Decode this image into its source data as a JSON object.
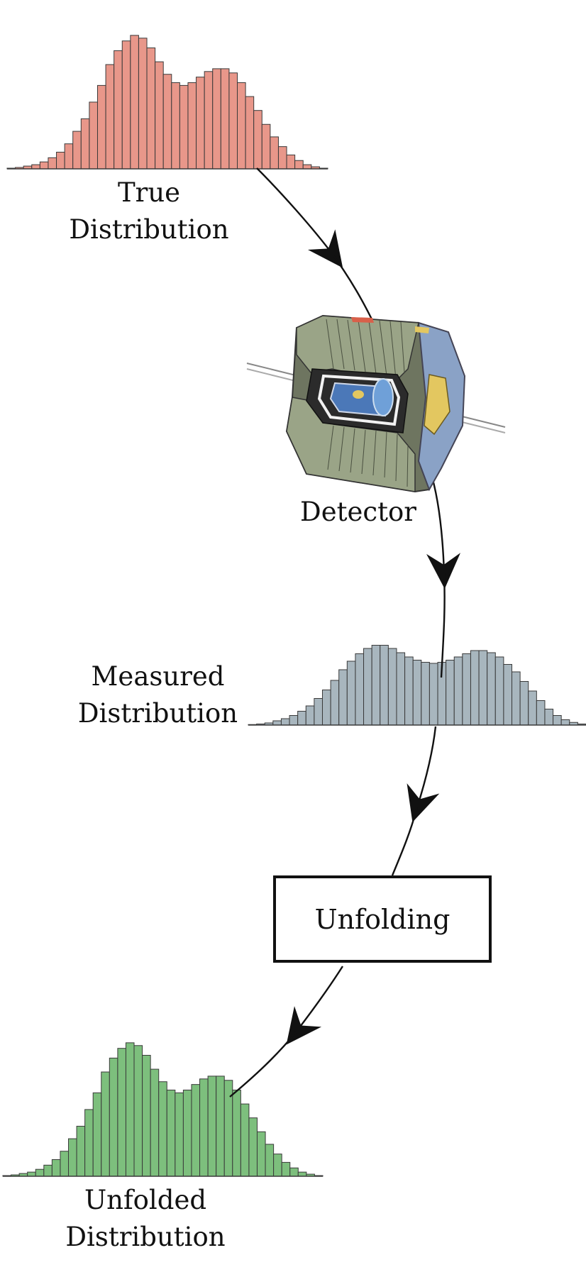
{
  "labels": {
    "true_line1": "True",
    "true_line2": "Distribution",
    "detector": "Detector",
    "measured_line1": "Measured",
    "measured_line2": "Distribution",
    "unfolding": "Unfolding",
    "unfolded_line1": "Unfolded",
    "unfolded_line2": "Distribution"
  },
  "colors": {
    "true_fill": "#E8978A",
    "measured_fill": "#A8B6BE",
    "unfolded_fill": "#7DBF7D",
    "bar_stroke": "#3a3a3a",
    "arrow": "#111111"
  },
  "icons": {
    "detector": "particle-detector-icon"
  },
  "chart_data": [
    {
      "type": "bar",
      "values": [
        0.5,
        1,
        2,
        3,
        5,
        8,
        12,
        18,
        27,
        36,
        48,
        60,
        75,
        85,
        92,
        96,
        94,
        87,
        77,
        68,
        62,
        60,
        62,
        66,
        70,
        72,
        72,
        69,
        62,
        52,
        42,
        32,
        23,
        16,
        10,
        6,
        3,
        1.5,
        0.5
      ],
      "ylim": [
        0,
        100
      ]
    },
    {
      "type": "bar",
      "values": [
        0.5,
        1,
        2,
        4,
        6,
        9,
        13,
        18,
        25,
        33,
        42,
        52,
        60,
        67,
        72,
        75,
        75,
        72,
        68,
        64,
        61,
        59,
        58,
        59,
        61,
        64,
        67,
        70,
        70,
        68,
        64,
        57,
        50,
        41,
        32,
        23,
        15,
        9,
        5,
        2.5,
        1
      ],
      "ylim": [
        0,
        100
      ]
    },
    {
      "type": "bar",
      "values": [
        0.5,
        1,
        2,
        3,
        5,
        8,
        12,
        18,
        27,
        36,
        48,
        60,
        75,
        85,
        92,
        96,
        94,
        87,
        77,
        68,
        62,
        60,
        62,
        66,
        70,
        72,
        72,
        69,
        62,
        52,
        42,
        32,
        23,
        16,
        10,
        6,
        3,
        1.5,
        0.5
      ],
      "ylim": [
        0,
        100
      ]
    }
  ]
}
